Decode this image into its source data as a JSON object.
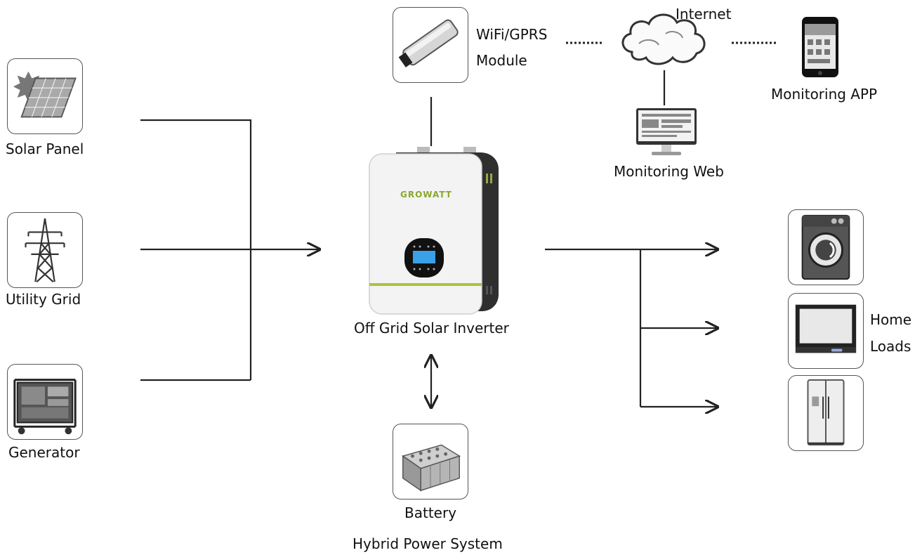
{
  "caption": "Hybrid Power System",
  "sources": {
    "solar_panel": "Solar Panel",
    "utility_grid": "Utility Grid",
    "generator": "Generator"
  },
  "inverter": {
    "label": "Off Grid Solar Inverter",
    "brand": "GROWATT"
  },
  "battery": "Battery",
  "wifi_module": {
    "line1": "WiFi/GPRS",
    "line2": "Module"
  },
  "internet": "Internet",
  "monitoring_app": "Monitoring APP",
  "monitoring_web": "Monitoring Web",
  "home_loads": {
    "line1": "Home",
    "line2": "Loads"
  },
  "colors": {
    "line": "#222222",
    "accent_green": "#a8c43a",
    "inverter_body": "#2f2f2f",
    "frame": "#555555"
  }
}
